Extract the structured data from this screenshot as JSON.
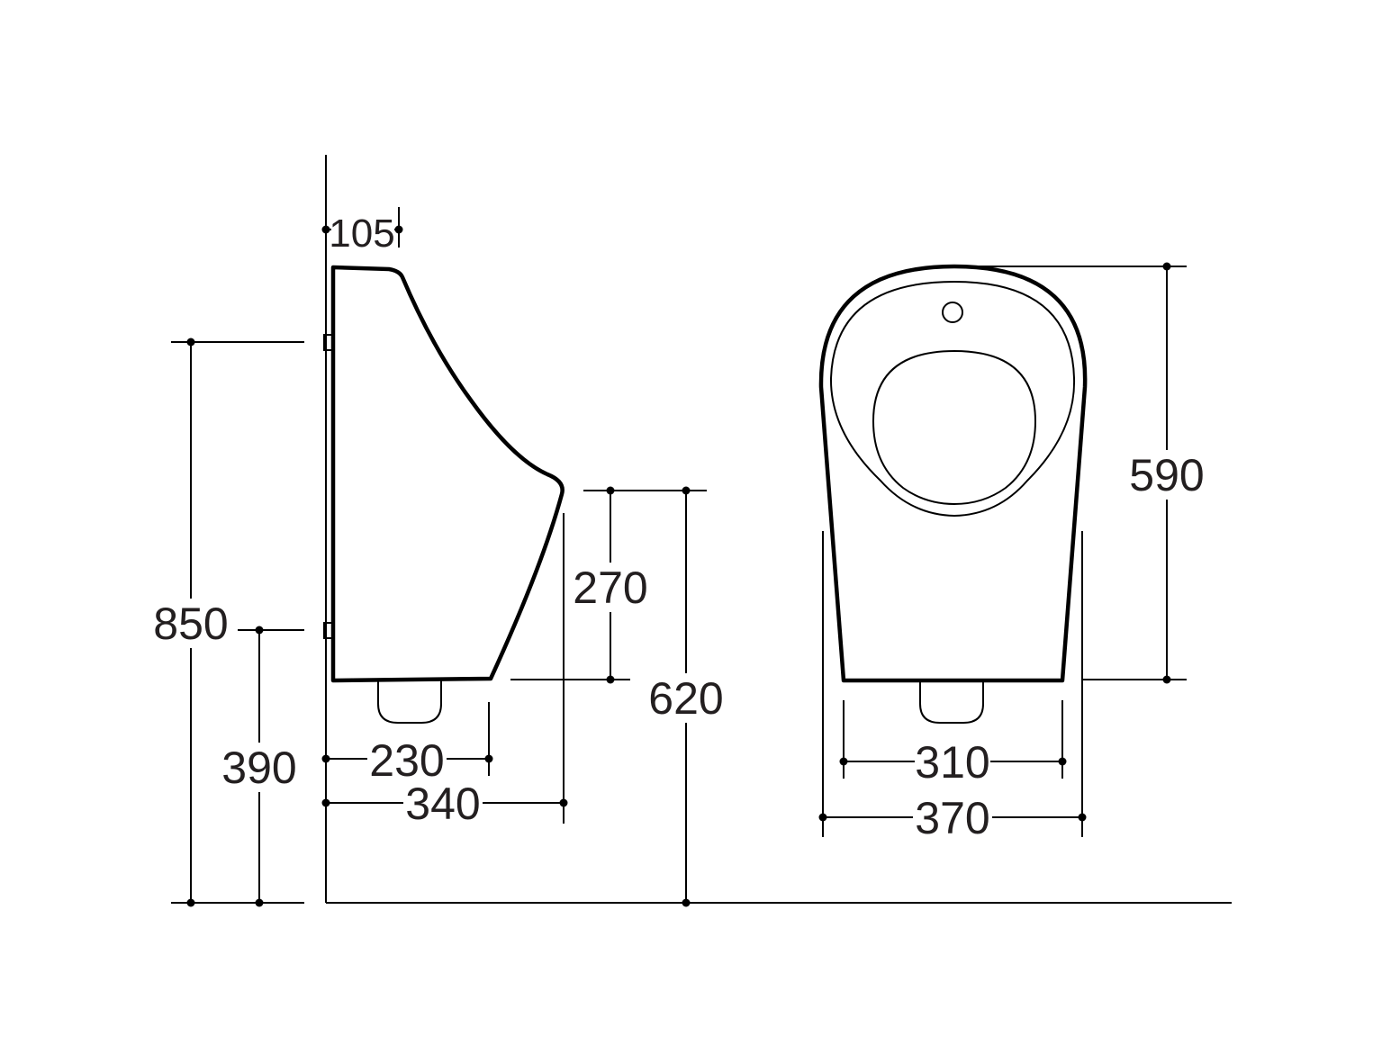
{
  "drawing": {
    "side_view": {
      "label": "side-elevation",
      "dimensions": {
        "top_offset": "105",
        "total_height": "850",
        "bracket_height": "390",
        "depth_to_outlet": "230",
        "total_depth": "340",
        "lip_to_bottom": "270",
        "lip_height": "620"
      }
    },
    "front_view": {
      "label": "front-elevation",
      "dimensions": {
        "body_height": "590",
        "bottom_width": "310",
        "total_width": "370"
      }
    },
    "line_color": "#000000",
    "text_color": "#231f20"
  }
}
